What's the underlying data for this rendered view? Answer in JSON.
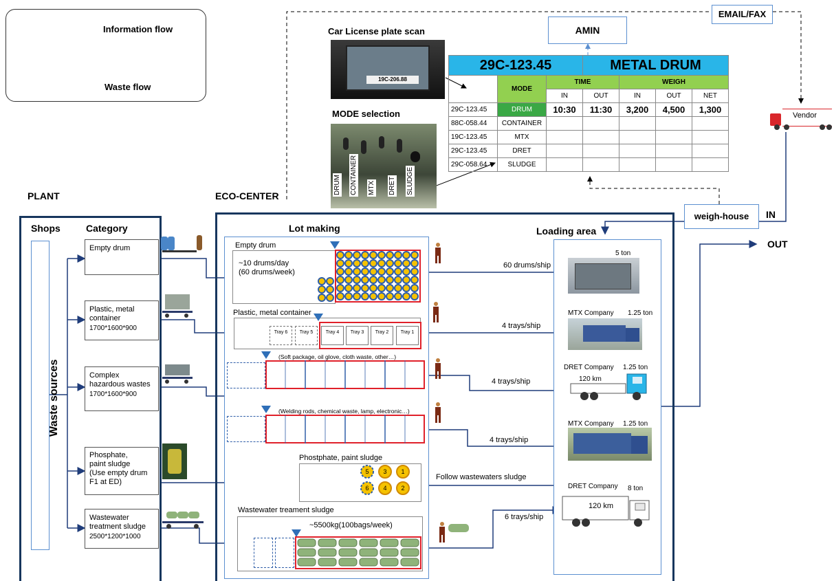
{
  "legend": {
    "info_flow": "Information flow",
    "waste_flow": "Waste flow"
  },
  "top": {
    "scan_title": "Car License  plate scan",
    "scan_plate": "19C-206.88",
    "mode_title": "MODE selection",
    "mode_labels": [
      "DRUM",
      "CONTAINER",
      "MTX",
      "DRET",
      "SLUDGE"
    ],
    "amin": "AMIN",
    "email": "EMAIL/FAX",
    "vendor": "Vendor",
    "weigh_house": "weigh-house",
    "in_label": "IN",
    "out_label": "OUT"
  },
  "scan_table": {
    "plate": "29C-123.45",
    "type": "METAL DRUM",
    "mode_header": "MODE",
    "time_header": "TIME",
    "weigh_header": "WEIGH",
    "sub_headers": [
      "IN",
      "OUT",
      "IN",
      "OUT",
      "NET"
    ],
    "rows": [
      {
        "plate": "29C-123.45",
        "mode": "DRUM",
        "vals": [
          "10:30",
          "11:30",
          "3,200",
          "4,500",
          "1,300"
        ]
      },
      {
        "plate": "88C-058.44",
        "mode": "CONTAINER",
        "vals": [
          "",
          "",
          "",
          "",
          ""
        ]
      },
      {
        "plate": "19C-123.45",
        "mode": "MTX",
        "vals": [
          "",
          "",
          "",
          "",
          ""
        ]
      },
      {
        "plate": "29C-123.45",
        "mode": "DRET",
        "vals": [
          "",
          "",
          "",
          "",
          ""
        ]
      },
      {
        "plate": "29C-058.64",
        "mode": "SLUDGE",
        "vals": [
          "",
          "",
          "",
          "",
          ""
        ]
      }
    ]
  },
  "plant": {
    "title": "PLANT",
    "shops": "Shops",
    "category": "Category",
    "waste_sources": "Waste sources",
    "categories": [
      {
        "line1": "Empty drum",
        "line2": "",
        "line3": "",
        "line4": ""
      },
      {
        "line1": "Plastic, metal",
        "line2": "container",
        "line3": "1700*1600*900",
        "line4": ""
      },
      {
        "line1": "Complex",
        "line2": "hazardous wastes",
        "line3": "1700*1600*900",
        "line4": ""
      },
      {
        "line1": "Phosphate,",
        "line2": " paint sludge",
        "line3": "(Use empty drum",
        "line4": "F1 at ED)"
      },
      {
        "line1": "Wastewater",
        "line2": "treatment sludge",
        "line3": "2500*1200*1000",
        "line4": ""
      }
    ]
  },
  "eco": {
    "title": "ECO-CENTER",
    "lot_making": "Lot making",
    "loading_area": "Loading area",
    "empty_drum": "Empty drum",
    "drums_day": "~10 drums/day",
    "drums_week": "(60 drums/week)",
    "plastic_container": "Plastic, metal container",
    "trays": [
      "Tray 6",
      "Tray 5",
      "Tray 4",
      "Tray 3",
      "Tray 2",
      "Tray 1"
    ],
    "soft_note": "(Soft package, oil glove, cloth waste, other…)",
    "weld_note": "(Welding rods, chemical waste, lamp, electronic…)",
    "phosphate": "Phostphate, paint sludge",
    "sludge_numbers": [
      "5",
      "3",
      "1",
      "6",
      "4",
      "2"
    ],
    "wastewater": "Wastewater treament sludge",
    "bags": "~5500kg(100bags/week)"
  },
  "ship": {
    "rates": [
      "60 drums/ship",
      "4 trays/ship",
      "4 trays/ship",
      "4 trays/ship",
      "Follow wastewaters sludge",
      "6 trays/ship"
    ],
    "trucks": [
      {
        "company": "",
        "tonnage": "5 ton",
        "dist": ""
      },
      {
        "company": "MTX Company",
        "tonnage": "1.25 ton",
        "dist": ""
      },
      {
        "company": "DRET Company",
        "tonnage": "1.25 ton",
        "dist": "120 km"
      },
      {
        "company": "MTX Company",
        "tonnage": "1.25 ton",
        "dist": ""
      },
      {
        "company": "DRET Company",
        "tonnage": "8 ton",
        "dist": "120 km"
      }
    ]
  },
  "colors": {
    "navy": "#17365d",
    "arrow": "#1f3c7a",
    "red": "#e0202a",
    "drum": "#f5c200",
    "drum_edge": "#2f5ea8",
    "table_head": "#29b5e8",
    "table_green": "#92d050",
    "mode_green": "#3aa845"
  }
}
